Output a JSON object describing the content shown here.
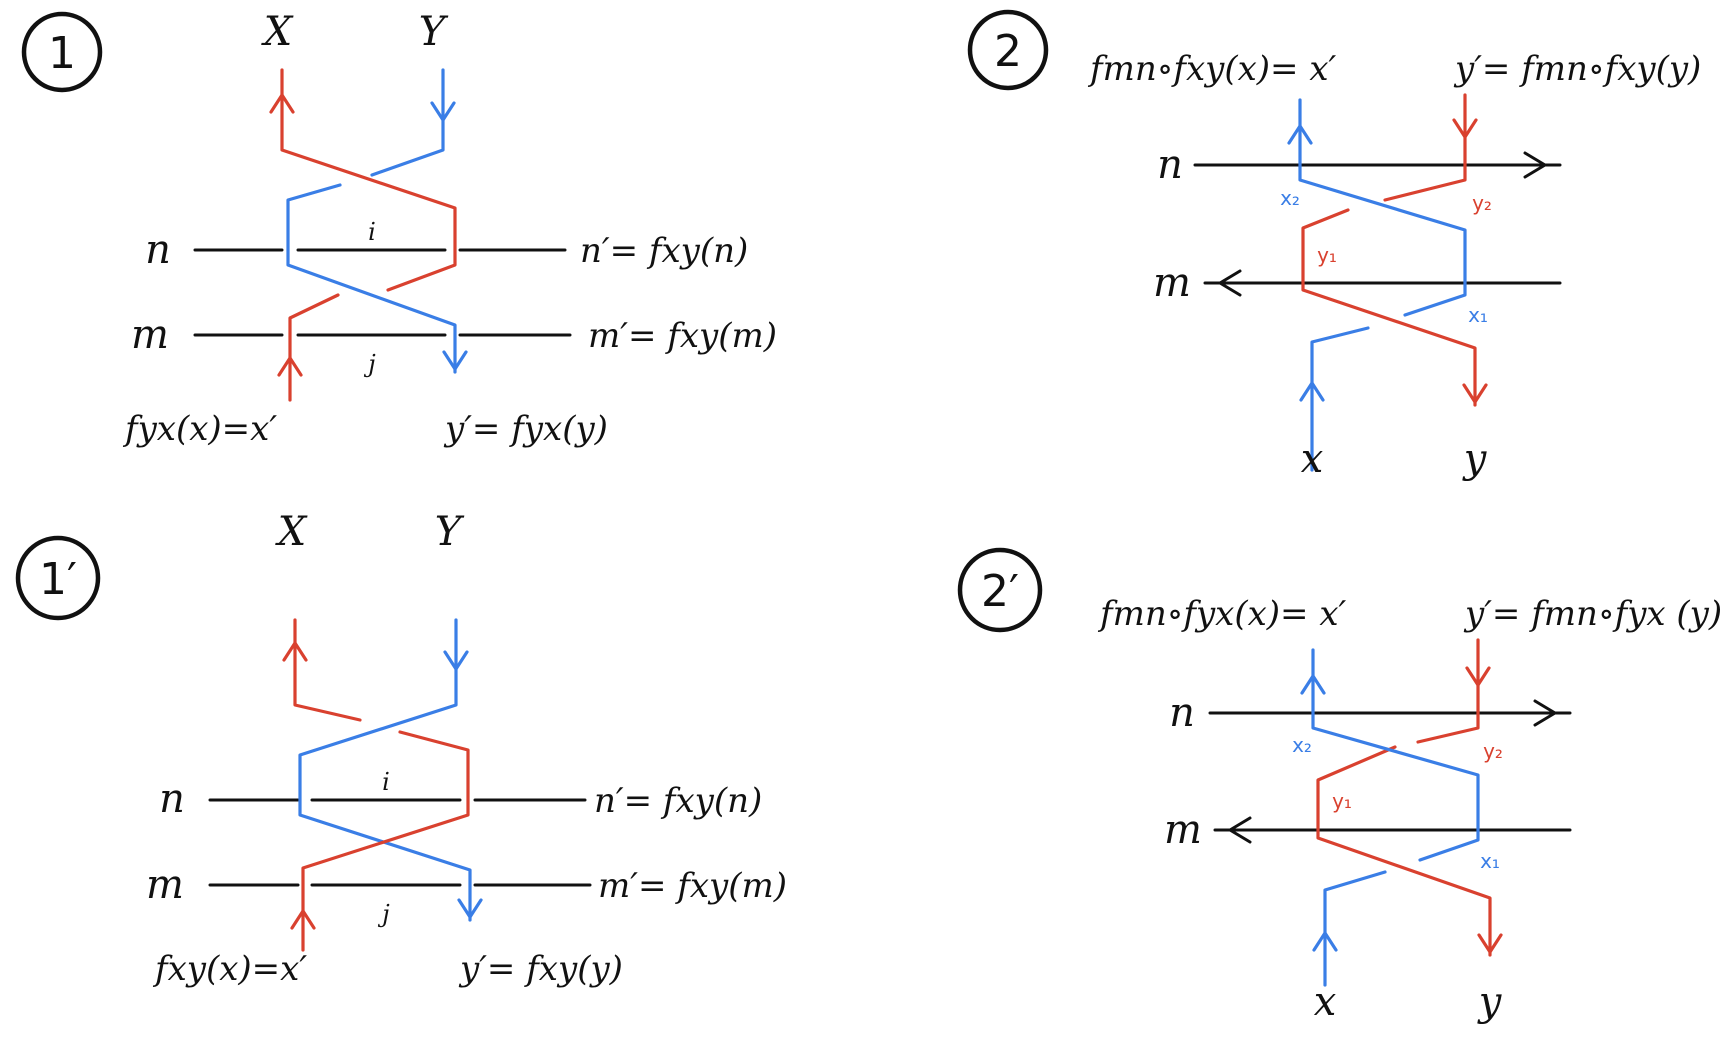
{
  "panels": {
    "p1": {
      "badge": "1",
      "top_left": "X",
      "top_right": "Y",
      "line_top": "n",
      "line_bottom": "m",
      "inner_top": "i",
      "inner_bottom": "j",
      "right_top": "n′= fxy(n)",
      "right_bottom": "m′= fxy(m)",
      "bottom_left": "fyx(x)=x′",
      "bottom_right": "y′= fyx(y)"
    },
    "p1p": {
      "badge": "1′",
      "top_left": "X",
      "top_right": "Y",
      "line_top": "n",
      "line_bottom": "m",
      "inner_top": "i",
      "inner_bottom": "j",
      "right_top": "n′= fxy(n)",
      "right_bottom": "m′= fxy(m)",
      "bottom_left": "fxy(x)=x′",
      "bottom_right": "y′= fxy(y)"
    },
    "p2": {
      "badge": "2",
      "top_left": "fmn∘fxy(x)= x′",
      "top_right": "y′= fmn∘fxy(y)",
      "line_top": "n",
      "line_bottom": "m",
      "x2": "x₂",
      "y2": "y₂",
      "y1": "y₁",
      "x1": "x₁",
      "bottom_left": "x",
      "bottom_right": "y"
    },
    "p2p": {
      "badge": "2′",
      "top_left": "fmn∘fyx(x)= x′",
      "top_right": "y′= fmn∘fyx (y)",
      "line_top": "n",
      "line_bottom": "m",
      "x2": "x₂",
      "y2": "y₂",
      "y1": "y₁",
      "x1": "x₁",
      "bottom_left": "x",
      "bottom_right": "y"
    }
  },
  "colors": {
    "red_strand": "#d9412f",
    "blue_strand": "#3a7ee6",
    "ink": "#111111"
  }
}
